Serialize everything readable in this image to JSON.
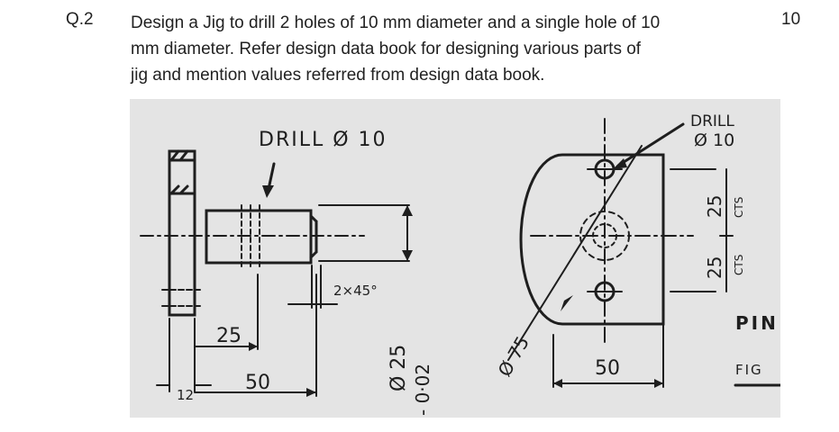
{
  "question": {
    "number": "Q.2",
    "lines": [
      "Design a Jig to drill 2 holes of 10 mm diameter and a single hole of 10",
      "mm diameter. Refer design data book for designing various parts of",
      "jig and mention values referred from design data book."
    ],
    "marks": "10"
  },
  "figure": {
    "left_view": {
      "drill_note": "DRILL Ø 10",
      "chamfer_note": "2×45°",
      "dim_25": "25",
      "dim_50": "50",
      "dim_12": "12",
      "dia_note": "Ø 25",
      "tolerance_note": "- 0·02"
    },
    "right_view": {
      "drill_note_line1": "DRILL",
      "drill_note_line2": "Ø 10",
      "dim_25_top": "25",
      "dim_25_bottom": "25",
      "cts_label_top": "CTS",
      "cts_label_bottom": "CTS",
      "pcd_note": "Ø 75",
      "dim_50": "50"
    },
    "pin_label": "PIΝ",
    "fig_label": "FIG"
  }
}
